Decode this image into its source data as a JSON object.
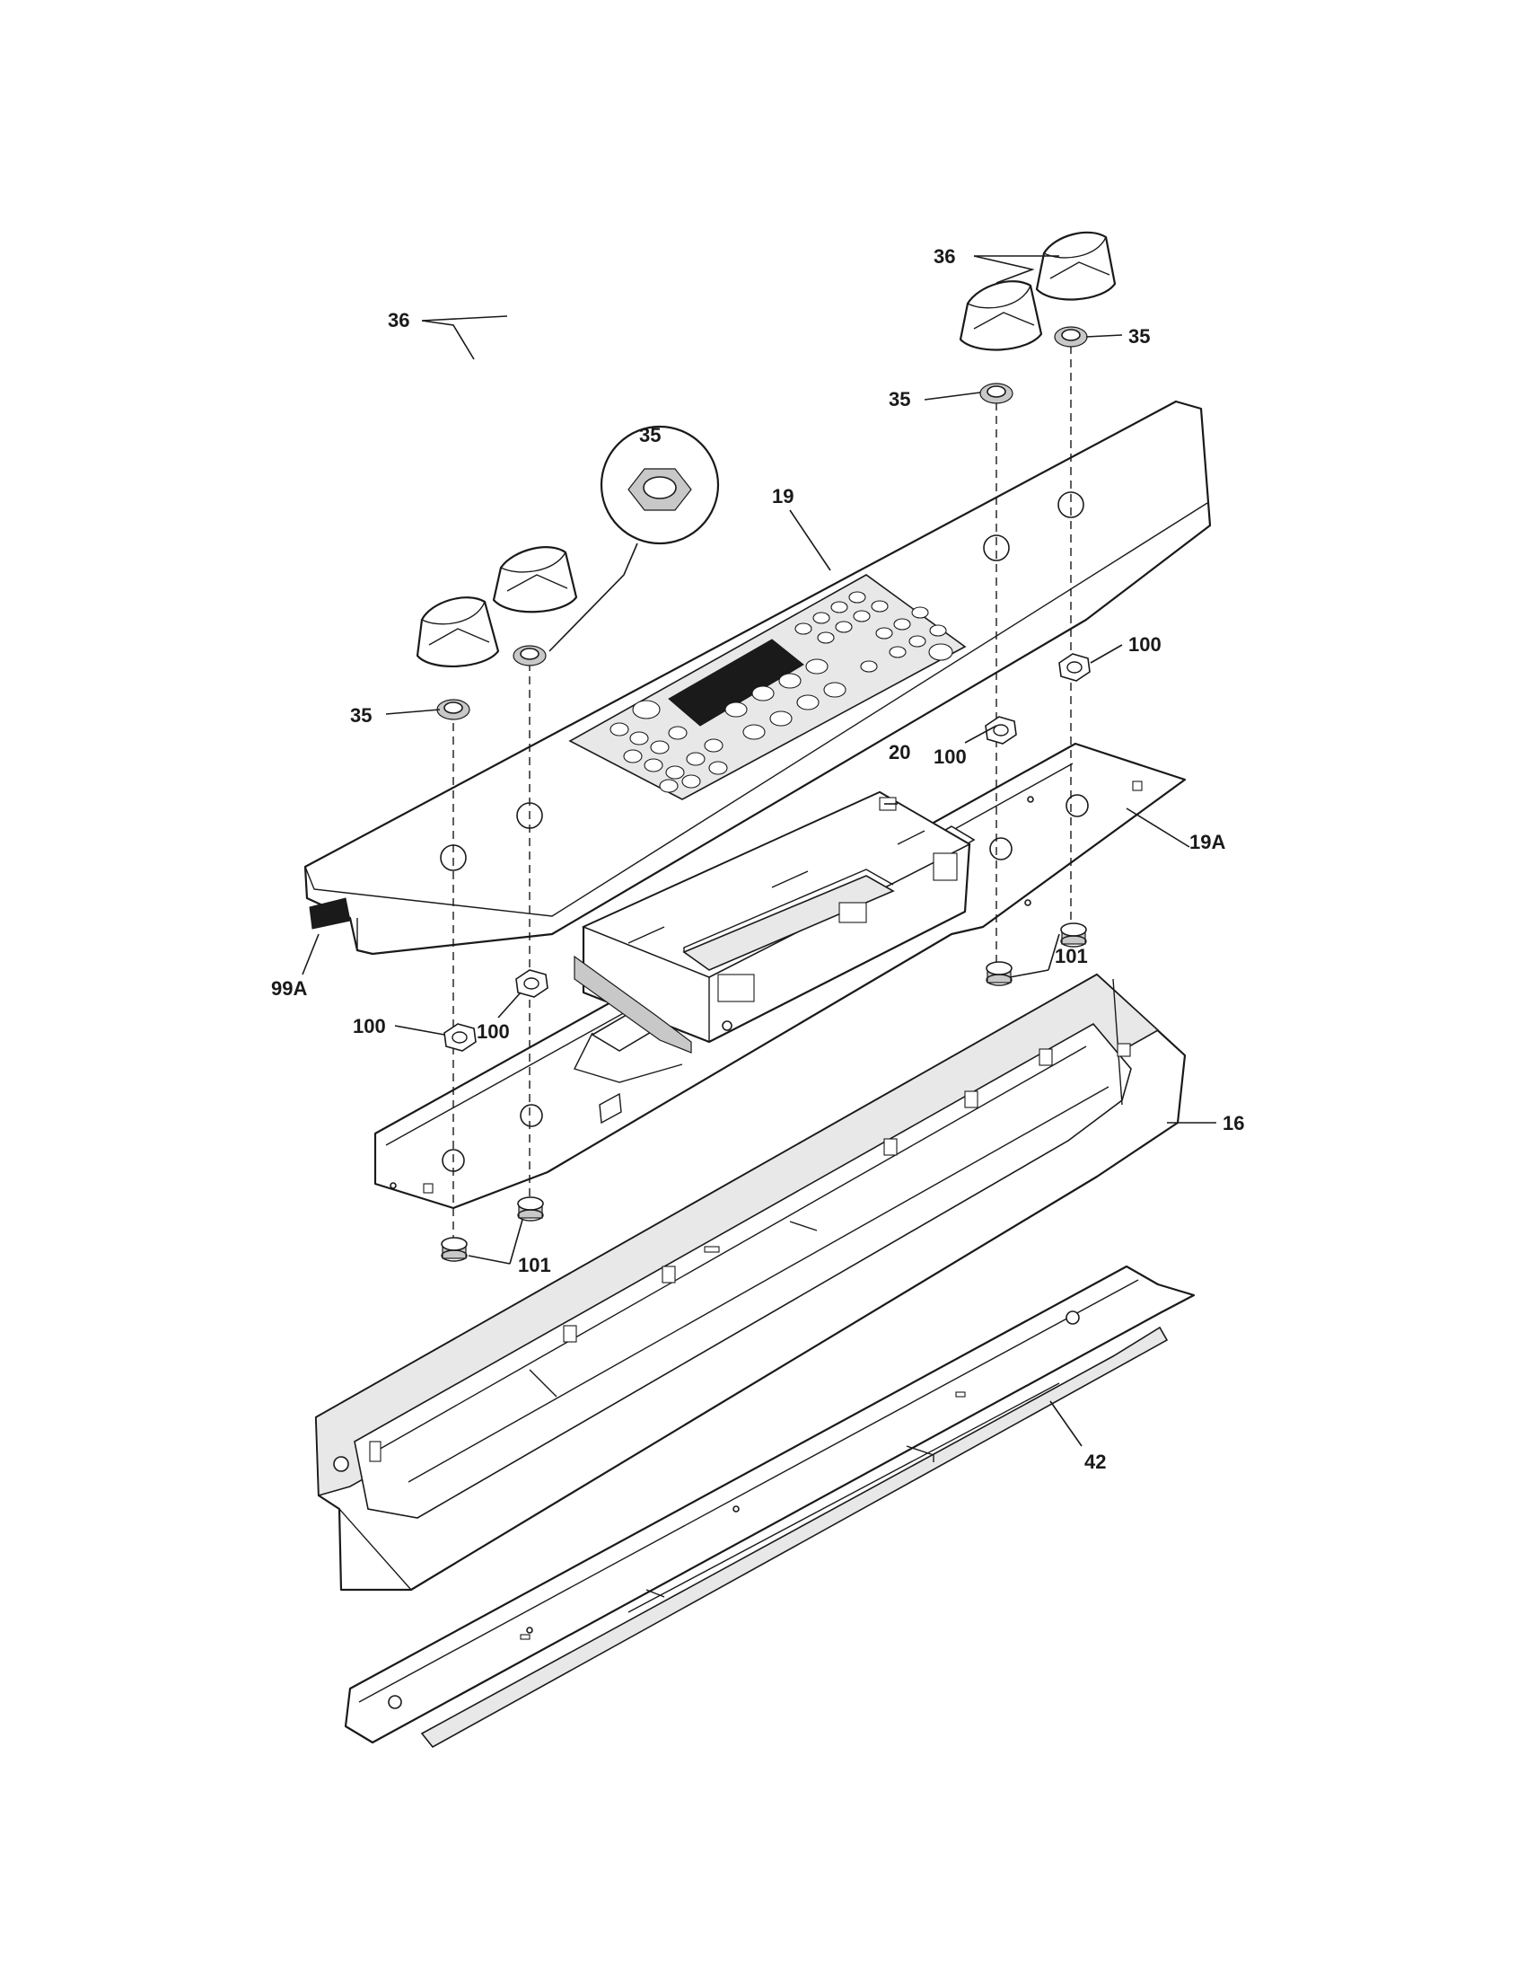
{
  "callouts": [
    {
      "label": "36"
    },
    {
      "label": "35"
    },
    {
      "label": "35"
    },
    {
      "label": "35"
    },
    {
      "label": "19"
    },
    {
      "label": "36"
    },
    {
      "label": "35"
    },
    {
      "label": "100"
    },
    {
      "label": "20"
    },
    {
      "label": "100"
    },
    {
      "label": "19A"
    },
    {
      "label": "101"
    },
    {
      "label": "99A"
    },
    {
      "label": "100"
    },
    {
      "label": "100"
    },
    {
      "label": "16"
    },
    {
      "label": "101"
    },
    {
      "label": "42"
    }
  ]
}
